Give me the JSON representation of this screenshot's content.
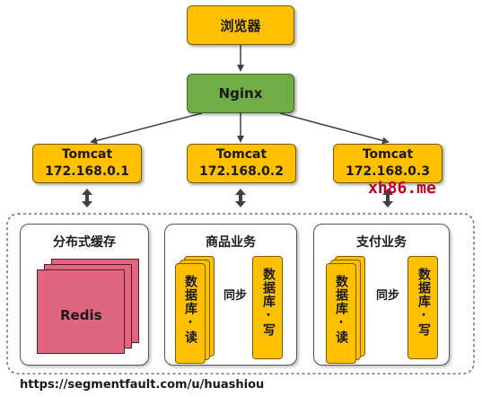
{
  "browser": {
    "label": "浏览器"
  },
  "nginx": {
    "label": "Nginx"
  },
  "tomcats": [
    {
      "name": "Tomcat",
      "ip": "172.168.0.1"
    },
    {
      "name": "Tomcat",
      "ip": "172.168.0.2"
    },
    {
      "name": "Tomcat",
      "ip": "172.168.0.3"
    }
  ],
  "cache_panel": {
    "title": "分布式缓存",
    "redis_label": "Redis"
  },
  "goods_panel": {
    "title": "商品业务",
    "db_read": "数据库·读",
    "sync": "同步",
    "db_write": "数据库·写"
  },
  "pay_panel": {
    "title": "支付业务",
    "db_read": "数据库·读",
    "sync": "同步",
    "db_write": "数据库·写"
  },
  "watermark": "xh86.me",
  "source_url": "https://segmentfault.com/u/huashiou",
  "colors": {
    "box": "#ffc000",
    "nginx": "#70ad47",
    "redis": "#e0657e",
    "watermark": "#c0001a"
  }
}
